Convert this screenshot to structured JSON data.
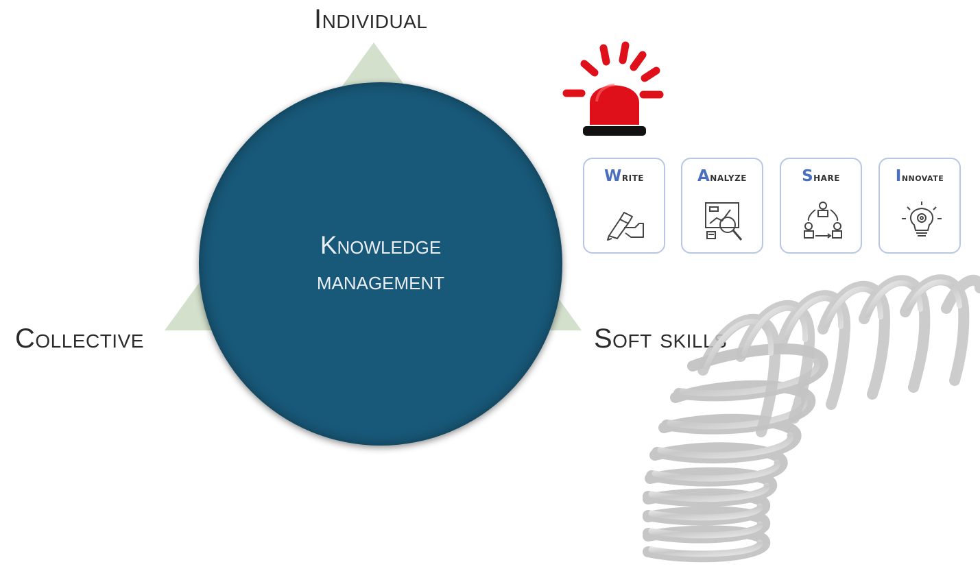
{
  "diagram": {
    "center_label_line1": "Knowledge",
    "center_label_line2": "management",
    "top_label": "Individual",
    "left_label": "Collective",
    "right_label": "Soft skills"
  },
  "cards": [
    {
      "first": "W",
      "rest": "rite",
      "icon": "writing-hand-icon"
    },
    {
      "first": "A",
      "rest": "nalyze",
      "icon": "analysis-icon"
    },
    {
      "first": "S",
      "rest": "hare",
      "icon": "share-cycle-icon"
    },
    {
      "first": "I",
      "rest": "nnovate",
      "icon": "lightbulb-gear-icon"
    }
  ],
  "colors": {
    "circle": "#185878",
    "triangle": "#d3e0cc",
    "siren": "#e0101a",
    "card_border": "#b8c6e6",
    "card_accent": "#4a6fc0"
  }
}
